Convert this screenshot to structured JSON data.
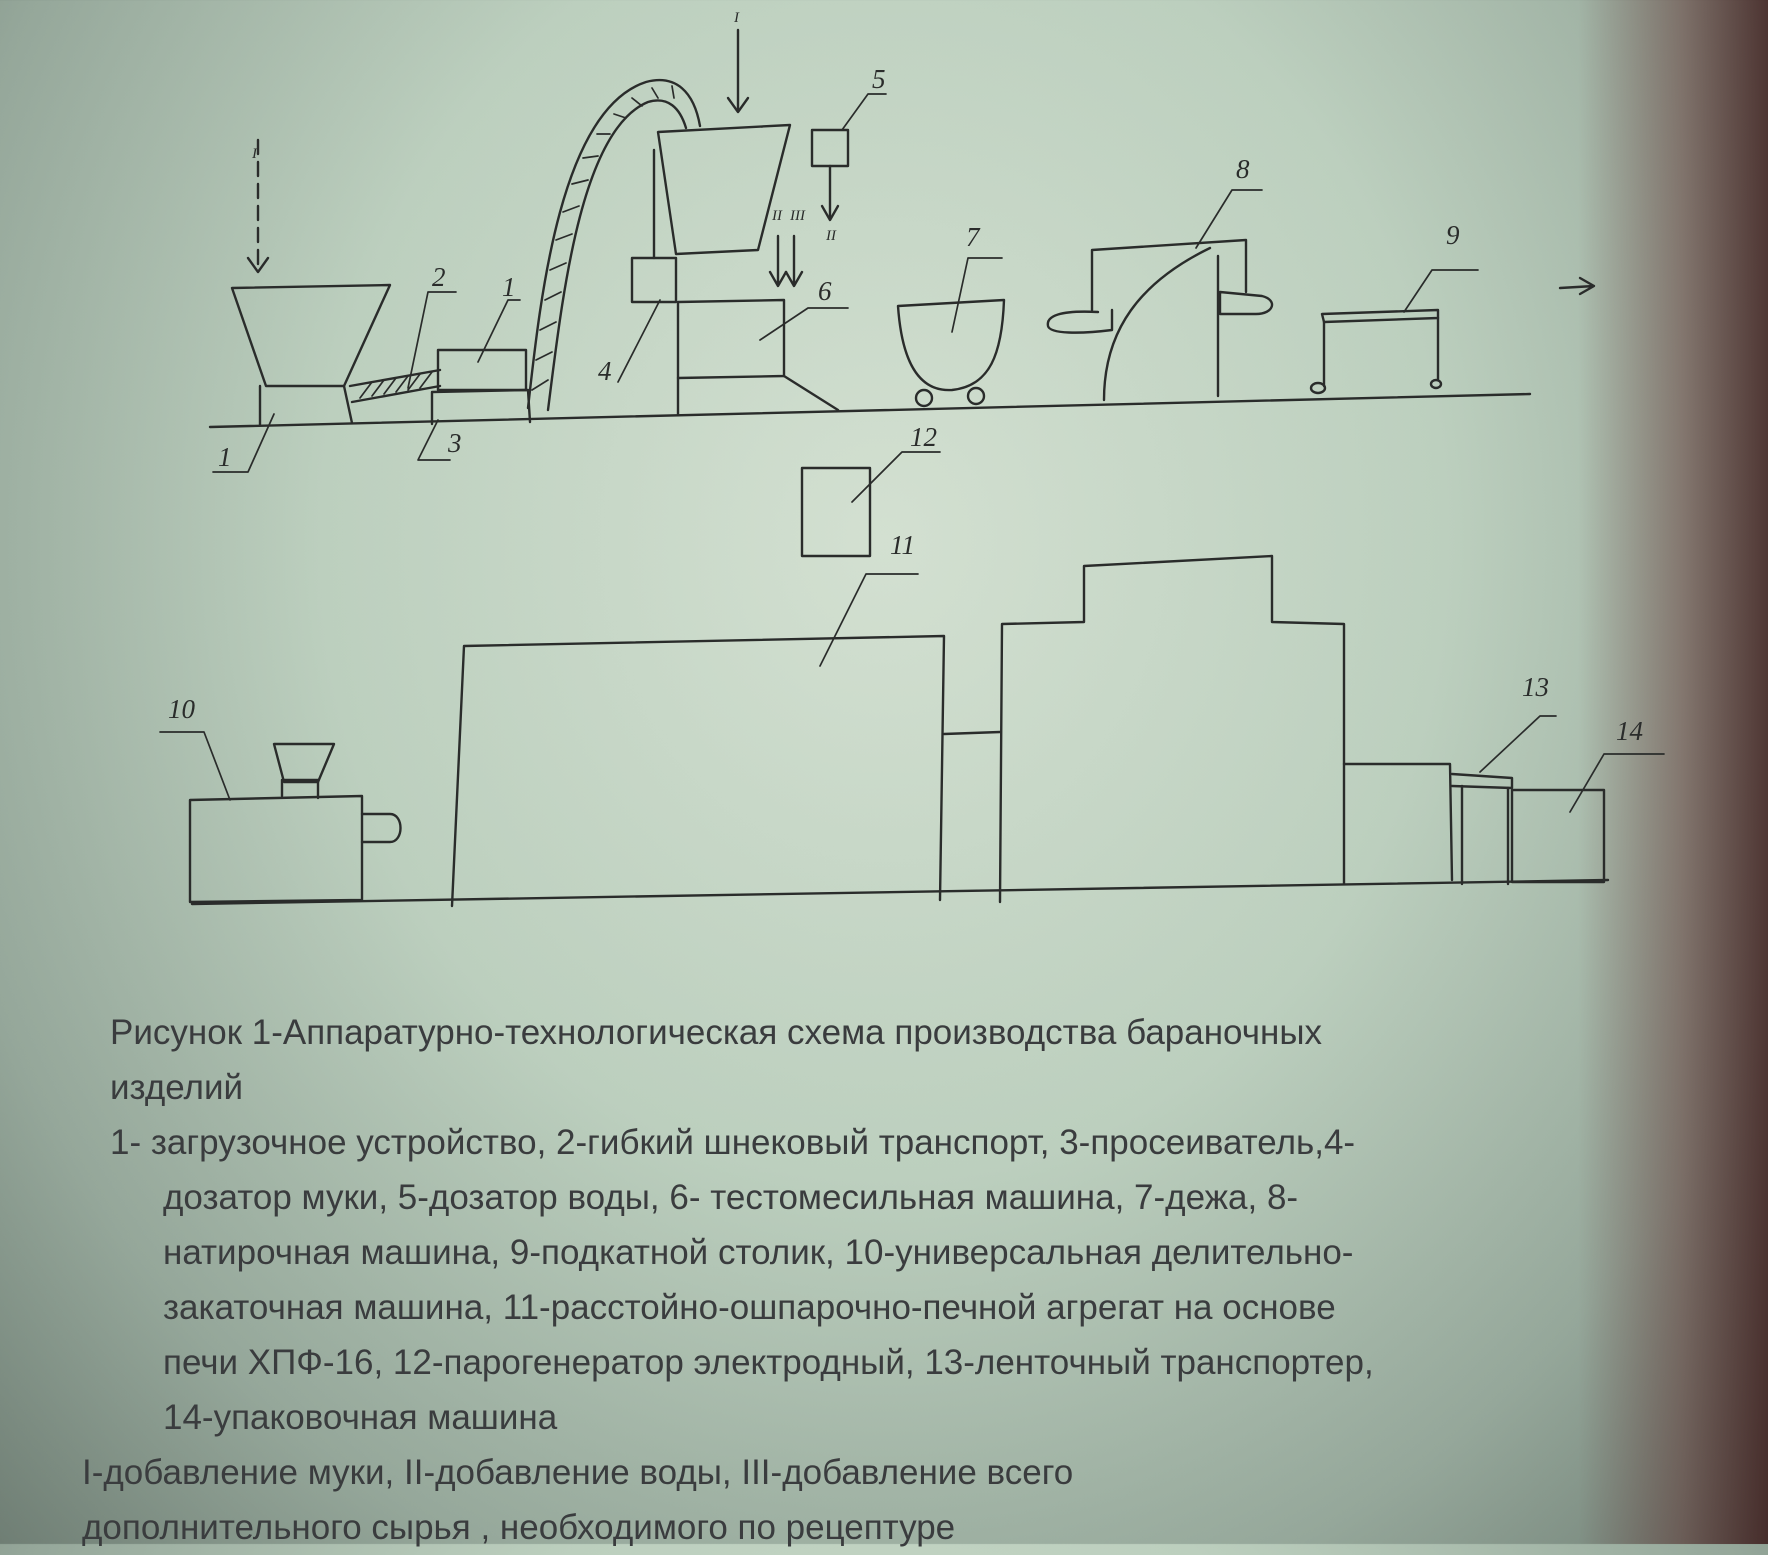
{
  "labels": {
    "l1a": "1",
    "l1b": "1",
    "l2": "2",
    "l3": "3",
    "l4": "4",
    "l5": "5",
    "l6": "6",
    "l7": "7",
    "l8": "8",
    "l9": "9",
    "l10": "10",
    "l11": "11",
    "l12": "12",
    "l13": "13",
    "l14": "14"
  },
  "roman": {
    "r1a": "I",
    "r1b": "I",
    "r2": "II",
    "r3": "III",
    "r_water": "II"
  },
  "caption": {
    "line1": "Рисунок 1-Аппаратурно-технологическая схема производства бараночных",
    "line2": "изделий",
    "legend1": "1-  загрузочное устройство, 2-гибкий шнековый транспорт, 3-просеиватель,4-",
    "legend2": "дозатор муки, 5-дозатор воды, 6- тестомесильная машина, 7-дежа, 8-",
    "legend3": "натирочная машина, 9-подкатной столик, 10-универсальная делительно-",
    "legend4": "закаточная машина, 11-расстойно-ошпарочно-печной агрегат на основе",
    "legend5": "печи ХПФ-16, 12-парогенератор электродный, 13-ленточный транспортер,",
    "legend6": "14-упаковочная машина",
    "additions1": "I-добавление муки, II-добавление воды, III-добавление всего",
    "additions2": "дополнительного сырья , необходимого по рецептуре"
  }
}
